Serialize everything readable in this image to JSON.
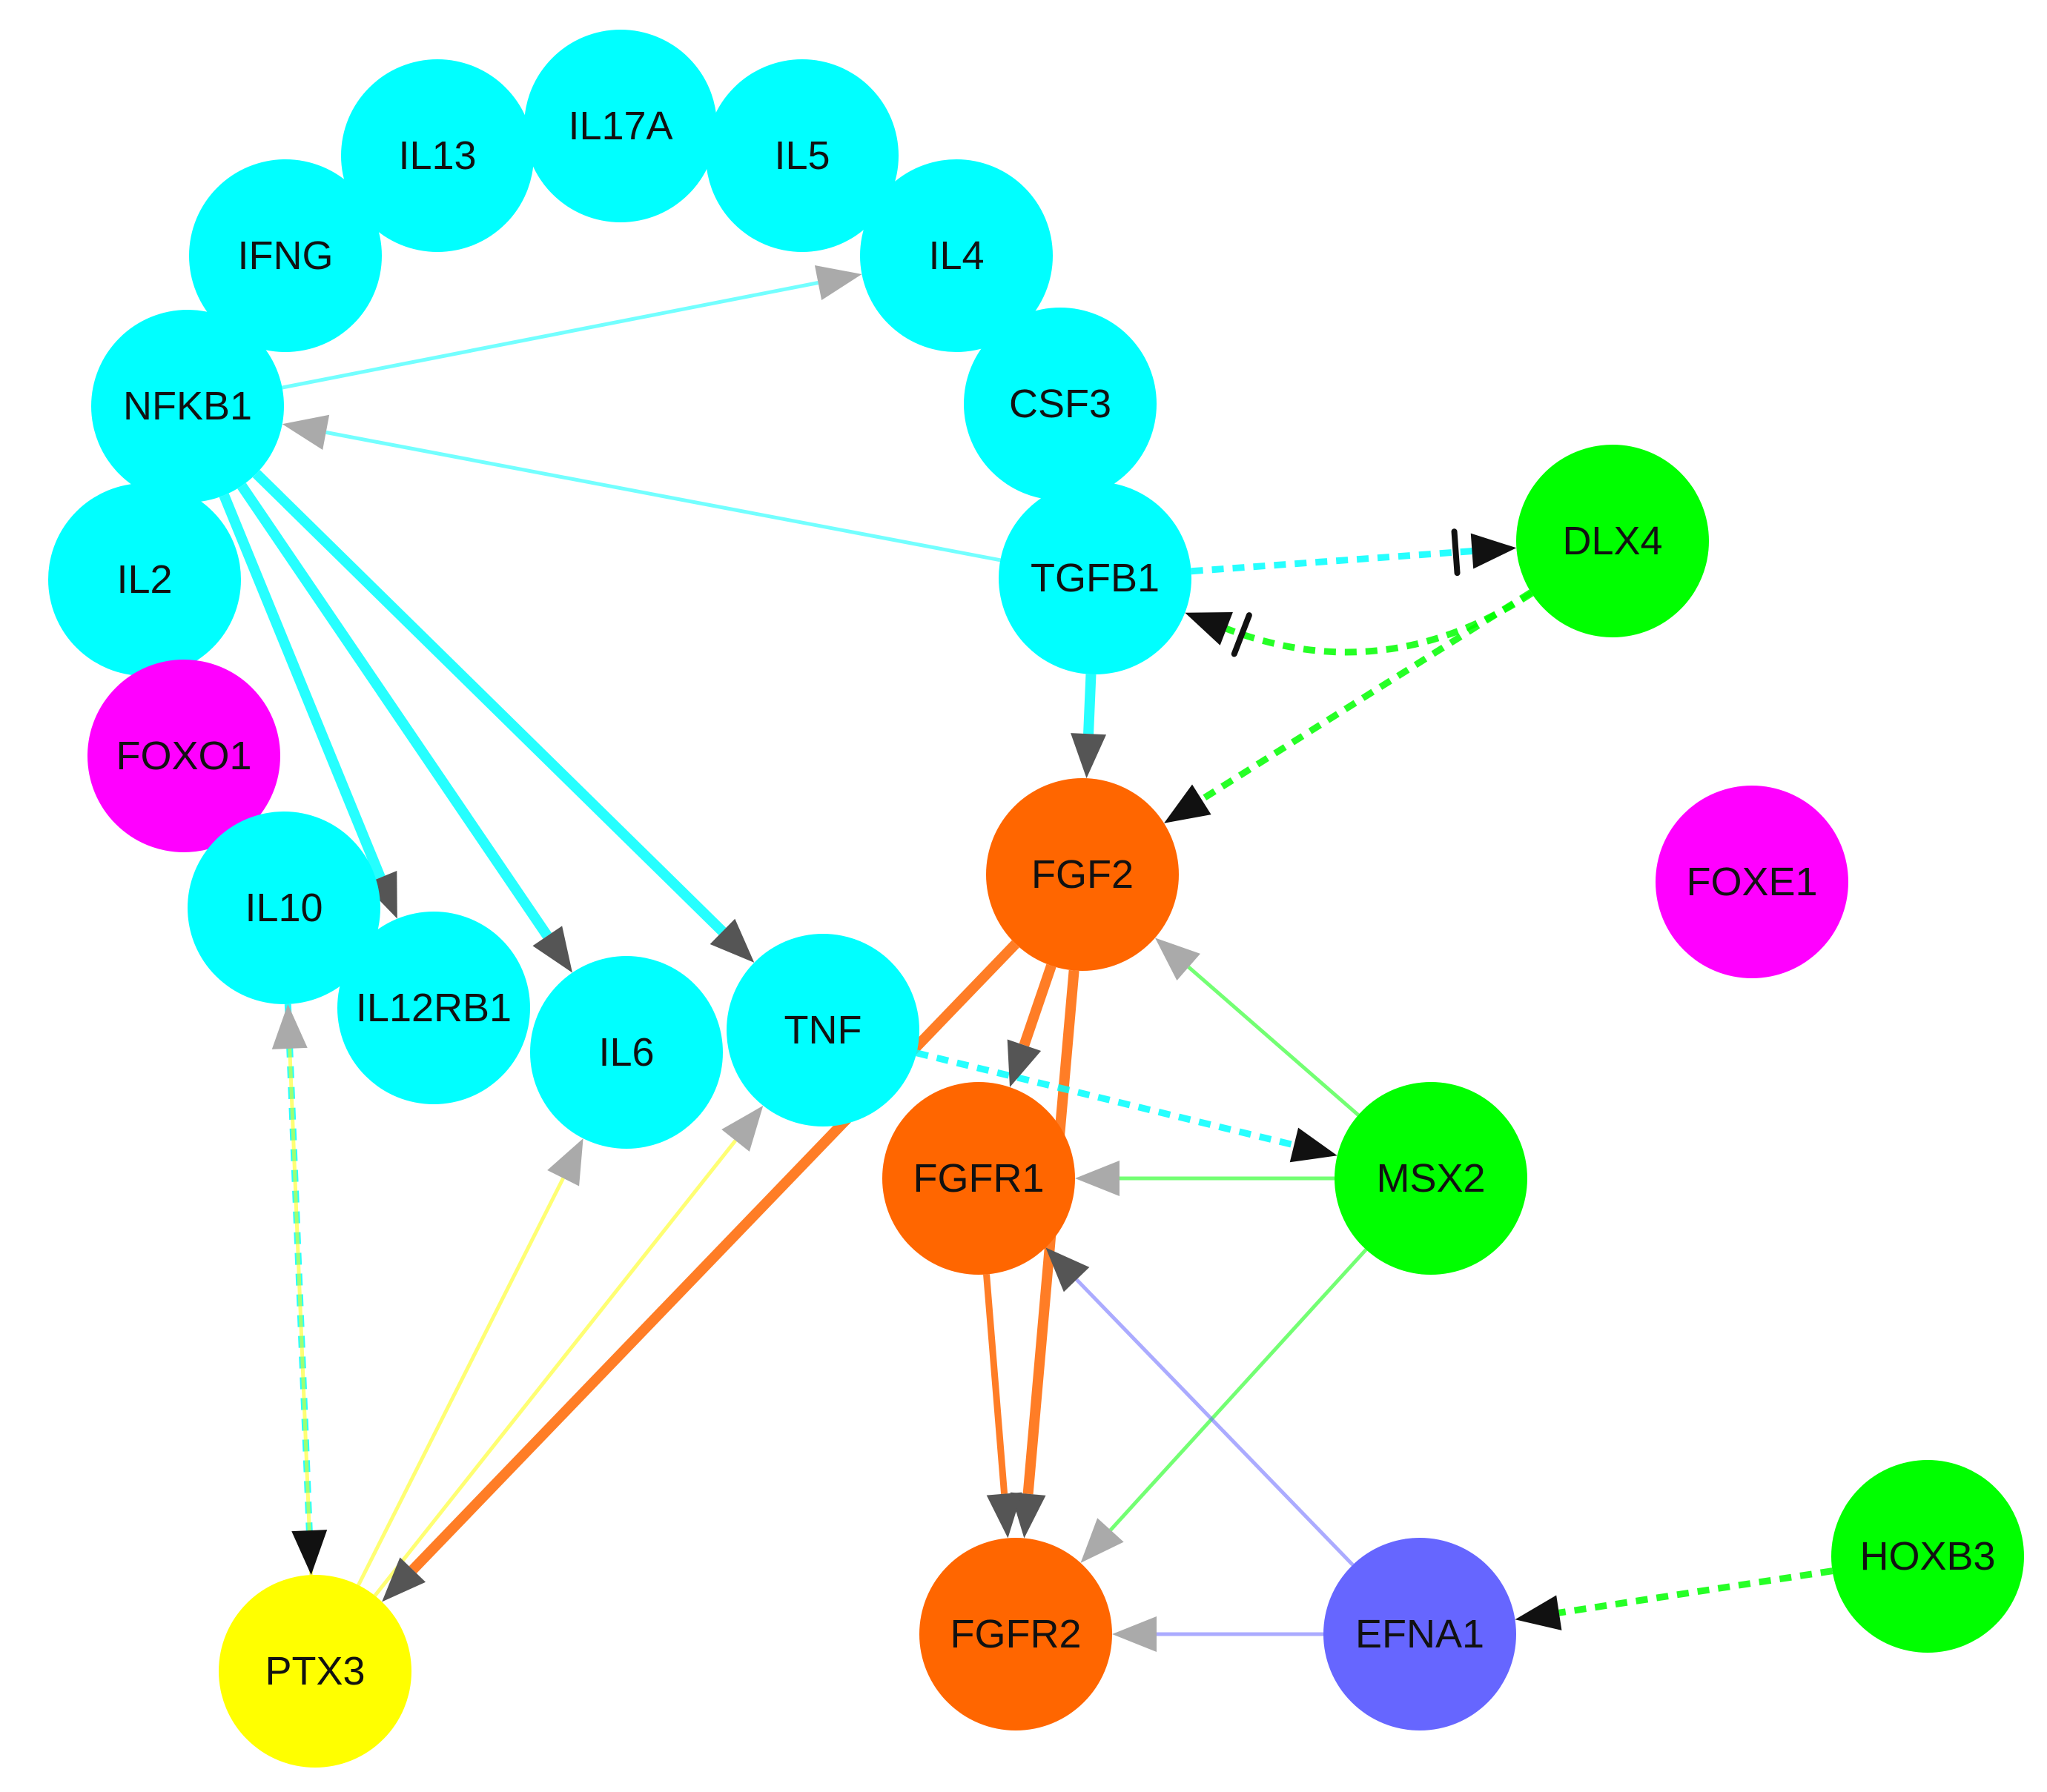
{
  "colors": {
    "cyan": "#00ffff",
    "magenta": "#ff00ff",
    "green": "#00ff00",
    "orange": "#ff6600",
    "yellow": "#ffff00",
    "blue": "#6666ff",
    "arrow_gray": "#555555",
    "arrow_light": "#aaaaaa",
    "arrow_dark": "#111111"
  },
  "nodes": [
    {
      "id": "IL17A",
      "label": "IL17A",
      "color": "cyan"
    },
    {
      "id": "IL13",
      "label": "IL13",
      "color": "cyan"
    },
    {
      "id": "IL5",
      "label": "IL5",
      "color": "cyan"
    },
    {
      "id": "IFNG",
      "label": "IFNG",
      "color": "cyan"
    },
    {
      "id": "IL4",
      "label": "IL4",
      "color": "cyan"
    },
    {
      "id": "CSF3",
      "label": "CSF3",
      "color": "cyan"
    },
    {
      "id": "NFKB1",
      "label": "NFKB1",
      "color": "cyan"
    },
    {
      "id": "IL2",
      "label": "IL2",
      "color": "cyan"
    },
    {
      "id": "TGFB1",
      "label": "TGFB1",
      "color": "cyan"
    },
    {
      "id": "DLX4",
      "label": "DLX4",
      "color": "green"
    },
    {
      "id": "FOXO1",
      "label": "FOXO1",
      "color": "magenta"
    },
    {
      "id": "IL10",
      "label": "IL10",
      "color": "cyan"
    },
    {
      "id": "FGF2",
      "label": "FGF2",
      "color": "orange"
    },
    {
      "id": "FOXE1",
      "label": "FOXE1",
      "color": "magenta"
    },
    {
      "id": "IL12RB1",
      "label": "IL12RB1",
      "color": "cyan"
    },
    {
      "id": "IL6",
      "label": "IL6",
      "color": "cyan"
    },
    {
      "id": "TNF",
      "label": "TNF",
      "color": "cyan"
    },
    {
      "id": "FGFR1",
      "label": "FGFR1",
      "color": "orange"
    },
    {
      "id": "MSX2",
      "label": "MSX2",
      "color": "green"
    },
    {
      "id": "HOXB3",
      "label": "HOXB3",
      "color": "green"
    },
    {
      "id": "EFNA1",
      "label": "EFNA1",
      "color": "blue"
    },
    {
      "id": "FGFR2",
      "label": "FGFR2",
      "color": "orange"
    },
    {
      "id": "PTX3",
      "label": "PTX3",
      "color": "yellow"
    }
  ],
  "edges": [
    {
      "from": "NFKB1",
      "to": "IL4",
      "color": "cyan",
      "weight": "thin",
      "style": "solid",
      "head": "arrow",
      "head_color": "arrow_light"
    },
    {
      "from": "TGFB1",
      "to": "NFKB1",
      "color": "cyan",
      "weight": "thin",
      "style": "solid",
      "head": "arrow",
      "head_color": "arrow_light"
    },
    {
      "from": "NFKB1",
      "to": "IL12RB1",
      "color": "cyan",
      "weight": "thick",
      "style": "solid",
      "head": "arrow",
      "head_color": "arrow_gray"
    },
    {
      "from": "NFKB1",
      "to": "IL6",
      "color": "cyan",
      "weight": "thick",
      "style": "solid",
      "head": "arrow",
      "head_color": "arrow_gray"
    },
    {
      "from": "NFKB1",
      "to": "TNF",
      "color": "cyan",
      "weight": "thick",
      "style": "solid",
      "head": "arrow",
      "head_color": "arrow_gray"
    },
    {
      "from": "TGFB1",
      "to": "FGF2",
      "color": "cyan",
      "weight": "thick",
      "style": "solid",
      "head": "arrow",
      "head_color": "arrow_gray"
    },
    {
      "from": "TGFB1",
      "to": "DLX4",
      "color": "cyan",
      "weight": "medium",
      "style": "dashed",
      "head": "arrow-bar",
      "head_color": "arrow_dark"
    },
    {
      "from": "DLX4",
      "to": "TGFB1",
      "color": "green",
      "weight": "medium",
      "style": "dashed",
      "head": "arrow-bar",
      "head_color": "arrow_dark",
      "curve": "bow"
    },
    {
      "from": "DLX4",
      "to": "FGF2",
      "color": "green",
      "weight": "medium",
      "style": "dashed",
      "head": "arrow",
      "head_color": "arrow_dark"
    },
    {
      "from": "IL10",
      "to": "PTX3",
      "color": "cyan",
      "weight": "medium",
      "style": "dashed",
      "head": "arrow",
      "head_color": "arrow_dark"
    },
    {
      "from": "PTX3",
      "to": "IL10",
      "color": "yellow",
      "weight": "thin",
      "style": "solid",
      "head": "arrow",
      "head_color": "arrow_light"
    },
    {
      "from": "PTX3",
      "to": "IL6",
      "color": "yellow",
      "weight": "thin",
      "style": "solid",
      "head": "arrow",
      "head_color": "arrow_light"
    },
    {
      "from": "PTX3",
      "to": "TNF",
      "color": "yellow",
      "weight": "thin",
      "style": "solid",
      "head": "arrow",
      "head_color": "arrow_light"
    },
    {
      "from": "FGF2",
      "to": "PTX3",
      "color": "orange",
      "weight": "thick",
      "style": "solid",
      "head": "arrow",
      "head_color": "arrow_gray"
    },
    {
      "from": "FGF2",
      "to": "FGFR1",
      "color": "orange",
      "weight": "thick",
      "style": "solid",
      "head": "arrow",
      "head_color": "arrow_gray"
    },
    {
      "from": "FGF2",
      "to": "FGFR2",
      "color": "orange",
      "weight": "thick",
      "style": "solid",
      "head": "arrow",
      "head_color": "arrow_gray"
    },
    {
      "from": "FGFR1",
      "to": "FGFR2",
      "color": "orange",
      "weight": "medium",
      "style": "solid",
      "head": "arrow",
      "head_color": "arrow_gray"
    },
    {
      "from": "TNF",
      "to": "MSX2",
      "color": "cyan",
      "weight": "medium",
      "style": "dashed",
      "head": "arrow",
      "head_color": "arrow_dark"
    },
    {
      "from": "MSX2",
      "to": "FGF2",
      "color": "green",
      "weight": "thin",
      "style": "solid",
      "head": "arrow",
      "head_color": "arrow_light"
    },
    {
      "from": "MSX2",
      "to": "FGFR1",
      "color": "green",
      "weight": "thin",
      "style": "solid",
      "head": "arrow",
      "head_color": "arrow_light"
    },
    {
      "from": "MSX2",
      "to": "FGFR2",
      "color": "green",
      "weight": "thin",
      "style": "solid",
      "head": "arrow",
      "head_color": "arrow_light"
    },
    {
      "from": "EFNA1",
      "to": "FGFR1",
      "color": "blue",
      "weight": "thin",
      "style": "solid",
      "head": "arrow",
      "head_color": "arrow_gray"
    },
    {
      "from": "EFNA1",
      "to": "FGFR2",
      "color": "blue",
      "weight": "thin",
      "style": "solid",
      "head": "arrow",
      "head_color": "arrow_light"
    },
    {
      "from": "HOXB3",
      "to": "EFNA1",
      "color": "green",
      "weight": "medium",
      "style": "dashed",
      "head": "arrow",
      "head_color": "arrow_dark"
    },
    {
      "from": "IL2",
      "to": "IL10",
      "color": "cyan",
      "weight": "thin",
      "style": "solid",
      "head": "none",
      "head_color": "arrow_light"
    }
  ]
}
